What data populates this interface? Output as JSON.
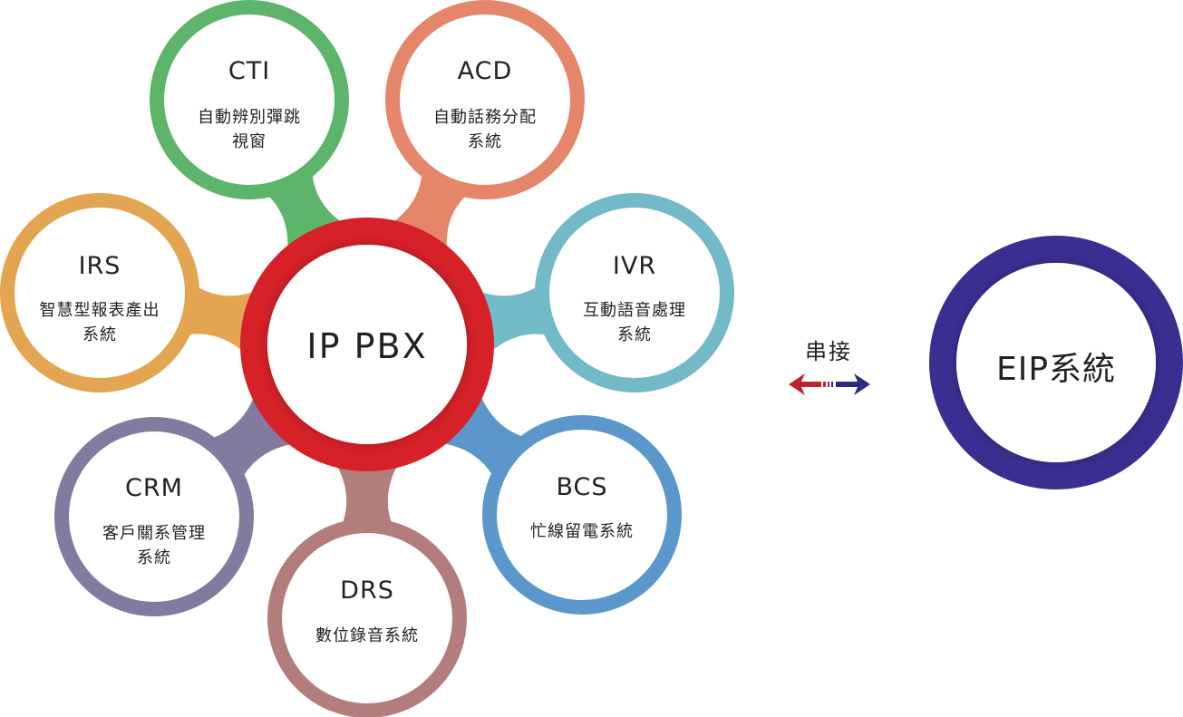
{
  "hub": {
    "title": "IP PBX",
    "color": "#D62128"
  },
  "nodes": [
    {
      "id": "cti",
      "title": "CTI",
      "desc": [
        "自動辨別彈跳",
        "視窗"
      ],
      "color": "#5DB56B"
    },
    {
      "id": "acd",
      "title": "ACD",
      "desc": [
        "自動話務分配",
        "系統"
      ],
      "color": "#E5866A"
    },
    {
      "id": "ivr",
      "title": "IVR",
      "desc": [
        "互動語音處理",
        "系統"
      ],
      "color": "#72BAC7"
    },
    {
      "id": "bcs",
      "title": "BCS",
      "desc": [
        "忙線留電系統"
      ],
      "color": "#5B97CA"
    },
    {
      "id": "drs",
      "title": "DRS",
      "desc": [
        "數位錄音系統"
      ],
      "color": "#B27D7B"
    },
    {
      "id": "crm",
      "title": "CRM",
      "desc": [
        "客戶關系管理",
        "系統"
      ],
      "color": "#837A9F"
    },
    {
      "id": "irs",
      "title": "IRS",
      "desc": [
        "智慧型報表產出",
        "系統"
      ],
      "color": "#E3A551"
    }
  ],
  "link": {
    "label": "串接",
    "left_color": "#C0222C",
    "right_color": "#2B2A7E"
  },
  "eip": {
    "title": "EIP系統",
    "color": "#3A2F91"
  }
}
